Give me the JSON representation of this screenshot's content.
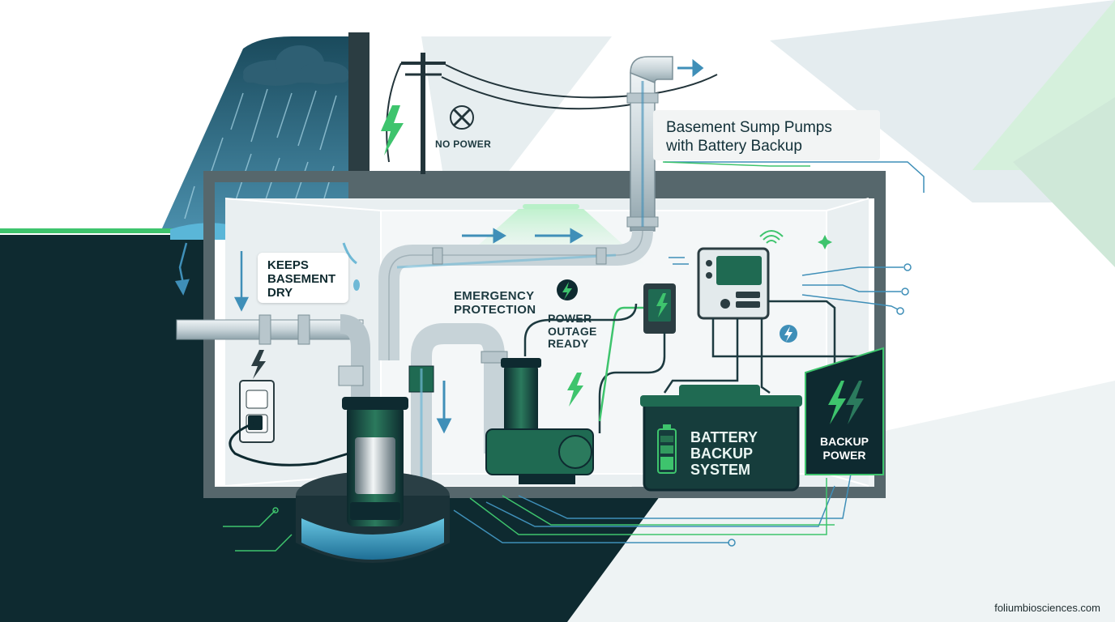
{
  "title": {
    "line1": "Basement Sump Pumps",
    "line2": "with Battery Backup"
  },
  "labels": {
    "no_power": "NO POWER",
    "keeps_dry": [
      "KEEPS",
      "BASEMENT",
      "DRY"
    ],
    "emergency": [
      "EMERGENCY",
      "PROTECTION"
    ],
    "outage": [
      "POWER",
      "OUTAGE",
      "READY"
    ],
    "battery": [
      "BATTERY",
      "BACKUP",
      "SYSTEM"
    ],
    "backup_power": [
      "BACKUP",
      "POWER"
    ]
  },
  "footer": "foliumbiosciences.com",
  "colors": {
    "dark_teal": "#0e2a30",
    "accent_green": "#3ec46d",
    "water_blue": "#3f8fb8",
    "pipe_gray": "#cfd8dc",
    "pump_green": "#1f6a52"
  },
  "icons": [
    "rain-cloud-icon",
    "lightning-bolt-icon",
    "power-outlet-icon",
    "no-power-x-icon",
    "wifi-signal-icon",
    "battery-level-icon",
    "arrow-icon"
  ]
}
